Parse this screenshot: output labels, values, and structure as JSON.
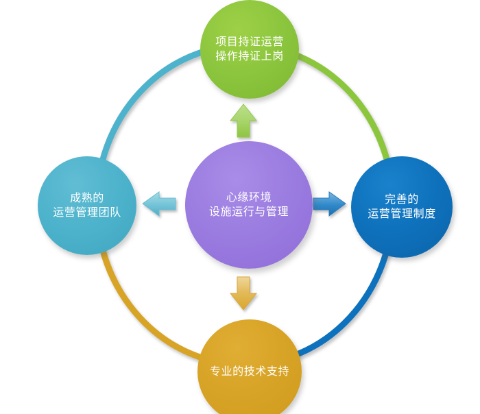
{
  "diagram": {
    "type": "cycle-diagram",
    "background_color": "#ffffff",
    "center": {
      "id": "center",
      "label": "心缘环境\n设施运行与管理",
      "line1": "心缘环境",
      "line2": "设施运行与管理",
      "color": "#9b7ce0",
      "text_color": "#ffffff"
    },
    "nodes": [
      {
        "id": "top",
        "position": "top",
        "label": "项目持证运营\n操作持证上岗",
        "line1": "项目持证运营",
        "line2": "操作持证上岗",
        "color": "#8cc63e",
        "text_color": "#ffffff"
      },
      {
        "id": "right",
        "position": "right",
        "label": "完善的\n运营管理制度",
        "line1": "完善的",
        "line2": "运营管理制度",
        "color": "#0f72bd",
        "text_color": "#ffffff"
      },
      {
        "id": "bottom",
        "position": "bottom",
        "label": "专业的技术支持",
        "line1": "专业的技术支持",
        "line2": "",
        "color": "#d8a427",
        "text_color": "#ffffff"
      },
      {
        "id": "left",
        "position": "left",
        "label": "成熟的\n运营管理团队",
        "line1": "成熟的",
        "line2": "运营管理团队",
        "color": "#4eb3cc",
        "text_color": "#ffffff"
      }
    ],
    "arrows": [
      {
        "id": "arrow-up",
        "direction": "up",
        "color": "#9ccc5a",
        "from": "center",
        "to": "top"
      },
      {
        "id": "arrow-right",
        "direction": "right",
        "color": "#2c82c4",
        "from": "center",
        "to": "right"
      },
      {
        "id": "arrow-down",
        "direction": "down",
        "color": "#e0b44a",
        "from": "center",
        "to": "bottom"
      },
      {
        "id": "arrow-left",
        "direction": "left",
        "color": "#6fc0d4",
        "from": "center",
        "to": "left"
      }
    ],
    "ring": {
      "stroke_width": 9,
      "segments": [
        {
          "id": "ring-top-left",
          "quadrant": "top-left",
          "color": "#4eb3cc"
        },
        {
          "id": "ring-top-right",
          "quadrant": "top-right",
          "color": "#8cc63e"
        },
        {
          "id": "ring-bottom-right",
          "quadrant": "bottom-right",
          "color": "#0f72bd"
        },
        {
          "id": "ring-bottom-left",
          "quadrant": "bottom-left",
          "color": "#d8a427"
        }
      ]
    }
  }
}
